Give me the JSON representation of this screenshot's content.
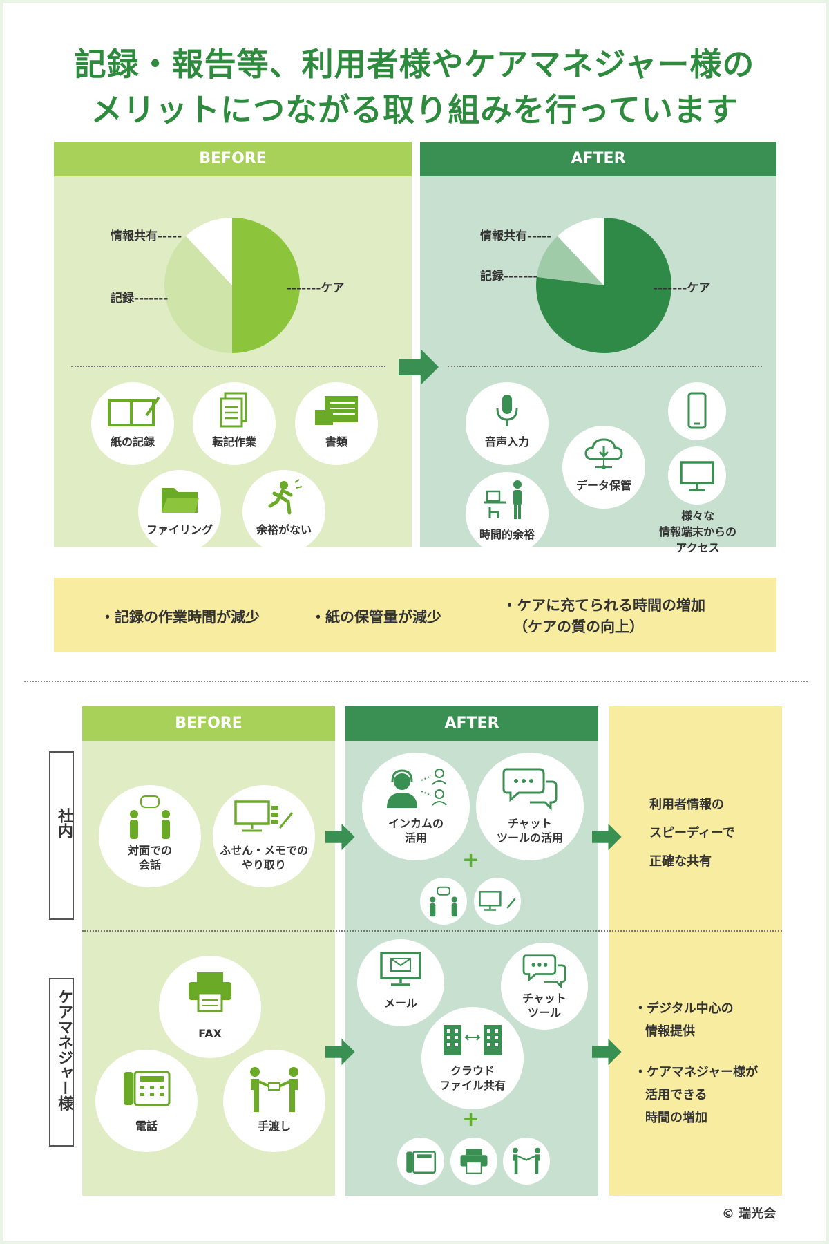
{
  "title": {
    "line1": "記録・報告等、利用者様やケアマネジャー様の",
    "line2": "メリットにつながる取り組みを行っています"
  },
  "top": {
    "before": {
      "header": "BEFORE",
      "pie_labels": {
        "share": "情報共有",
        "record": "記録",
        "care": "ケア"
      },
      "items": [
        "紙の記録",
        "転記作業",
        "書類",
        "ファイリング",
        "余裕がない"
      ]
    },
    "after": {
      "header": "AFTER",
      "pie_labels": {
        "share": "情報共有",
        "record": "記録",
        "care": "ケア"
      },
      "items": [
        "音声入力",
        "データ保管",
        "時間的余裕"
      ],
      "device_label": [
        "様々な",
        "情報端末からの",
        "アクセス"
      ]
    },
    "summary": [
      "・記録の作業時間が減少",
      "・紙の保管量が減少",
      "・ケアに充てられる時間の増加",
      "（ケアの質の向上）"
    ]
  },
  "bottom": {
    "before_header": "BEFORE",
    "after_header": "AFTER",
    "row_labels": {
      "internal": "社内",
      "caremanager": "ケアマネジャー様"
    },
    "internal": {
      "before": [
        [
          "対面での",
          "会話"
        ],
        [
          "ふせん・メモでの",
          "やり取り"
        ]
      ],
      "after": [
        [
          "インカムの",
          "活用"
        ],
        [
          "チャット",
          "ツールの活用"
        ]
      ],
      "result": [
        "利用者情報の",
        "スピーディーで",
        "正確な共有"
      ]
    },
    "caremanager": {
      "before": [
        "FAX",
        "電話",
        "手渡し"
      ],
      "after": [
        [
          "メール"
        ],
        [
          "チャット",
          "ツール"
        ],
        [
          "クラウド",
          "ファイル共有"
        ]
      ],
      "result": [
        "・デジタル中心の",
        "情報提供",
        "・ケアマネジャー様が",
        "活用できる",
        "時間の増加"
      ]
    },
    "plus": "+"
  },
  "copyright": "© 瑞光会",
  "chart_data": [
    {
      "type": "pie",
      "title": "BEFORE",
      "categories": [
        "ケア",
        "記録",
        "情報共有"
      ],
      "values": [
        50,
        38,
        12
      ],
      "colors": [
        "#8cc43c",
        "#cfe4a8",
        "#ffffff"
      ]
    },
    {
      "type": "pie",
      "title": "AFTER",
      "categories": [
        "ケア",
        "記録",
        "情報共有"
      ],
      "values": [
        77,
        11,
        12
      ],
      "colors": [
        "#2f8a48",
        "#9fcba8",
        "#ffffff"
      ]
    }
  ],
  "colors": {
    "green_dark": "#3a8f52",
    "green_light": "#a8d15a",
    "panel_light": "#e0ecc4",
    "panel_dark": "#c8e0d0",
    "yellow": "#f7eca0",
    "title": "#2e8b3e"
  }
}
